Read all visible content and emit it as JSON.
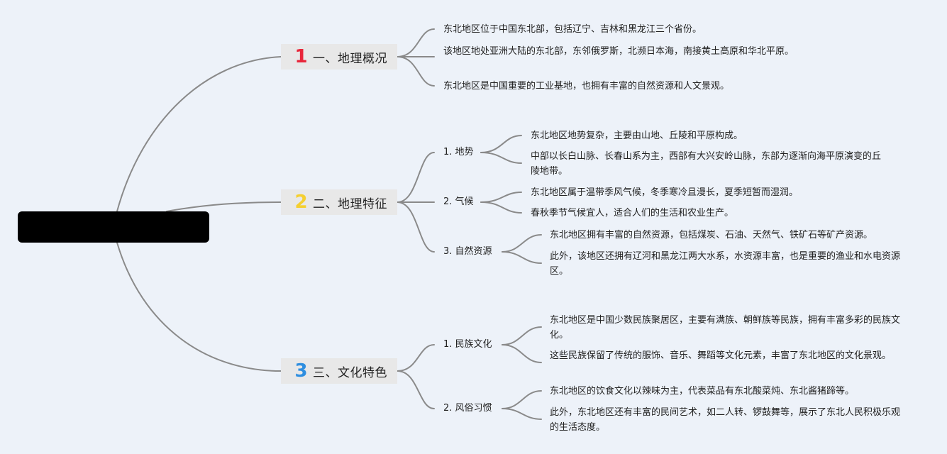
{
  "root": {
    "label": ""
  },
  "colors": {
    "background": "#edf2f9",
    "connector": "#8a8a8a",
    "branch_box": "#e8e8e8",
    "num_1": "#e8263a",
    "num_2": "#f5cf2f",
    "num_3": "#2e8ee0"
  },
  "branches": [
    {
      "num": "1",
      "label": "一、地理概况",
      "leaves": [
        "东北地区位于中国东北部，包括辽宁、吉林和黑龙江三个省份。",
        "该地区地处亚洲大陆的东北部，东邻俄罗斯，北濒日本海，南接黄土高原和华北平原。",
        "东北地区是中国重要的工业基地，也拥有丰富的自然资源和人文景观。"
      ]
    },
    {
      "num": "2",
      "label": "二、地理特征",
      "subs": [
        {
          "label": "1. 地势",
          "leaves": [
            "东北地区地势复杂，主要由山地、丘陵和平原构成。",
            "中部以长白山脉、长春山系为主，西部有大兴安岭山脉，东部为逐渐向海平原演变的丘陵地带。"
          ]
        },
        {
          "label": "2. 气候",
          "leaves": [
            "东北地区属于温带季风气候，冬季寒冷且漫长，夏季短暂而湿润。",
            "春秋季节气候宜人，适合人们的生活和农业生产。"
          ]
        },
        {
          "label": "3. 自然资源",
          "leaves": [
            "东北地区拥有丰富的自然资源，包括煤炭、石油、天然气、铁矿石等矿产资源。",
            "此外，该地区还拥有辽河和黑龙江两大水系，水资源丰富，也是重要的渔业和水电资源区。"
          ]
        }
      ]
    },
    {
      "num": "3",
      "label": "三、文化特色",
      "subs": [
        {
          "label": "1. 民族文化",
          "leaves": [
            "东北地区是中国少数民族聚居区，主要有满族、朝鲜族等民族，拥有丰富多彩的民族文化。",
            "这些民族保留了传统的服饰、音乐、舞蹈等文化元素，丰富了东北地区的文化景观。"
          ]
        },
        {
          "label": "2. 风俗习惯",
          "leaves": [
            "东北地区的饮食文化以辣味为主，代表菜品有东北酸菜炖、东北酱猪蹄等。",
            "此外，东北地区还有丰富的民间艺术，如二人转、锣鼓舞等，展示了东北人民积极乐观的生活态度。"
          ]
        }
      ]
    }
  ]
}
